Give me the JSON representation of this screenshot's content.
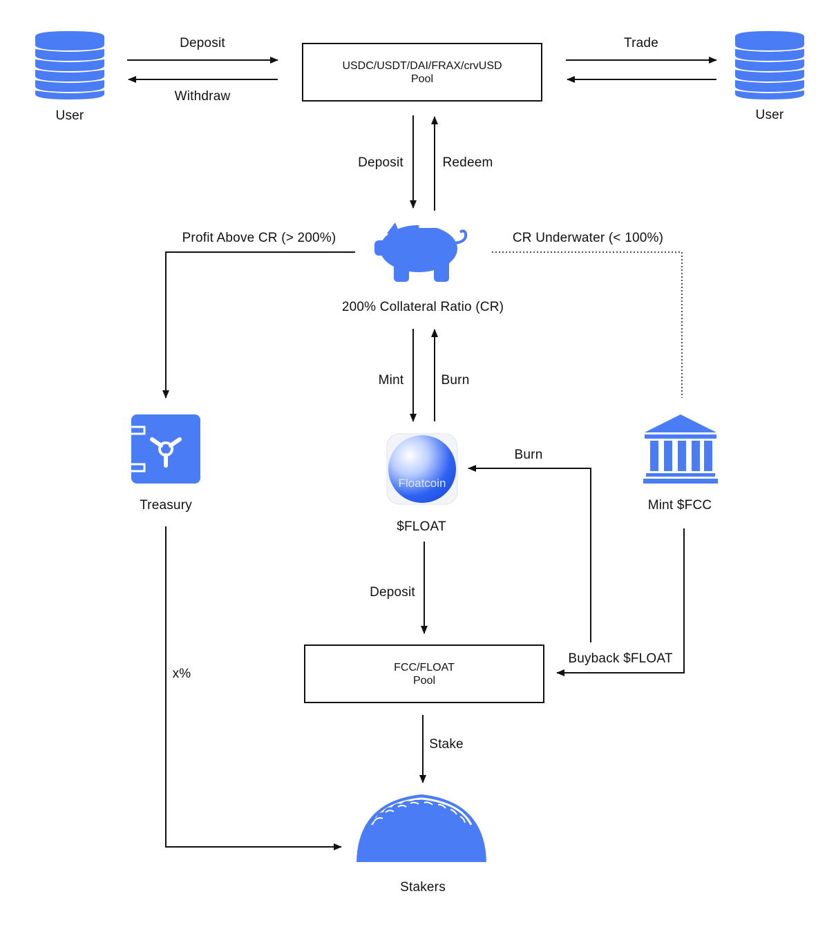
{
  "colors": {
    "accent": "#4a7cf6",
    "line": "#111111"
  },
  "nodes": {
    "user_left": "User",
    "user_right": "User",
    "stable_pool": {
      "line1": "USDC/USDT/DAI/FRAX/crvUSD",
      "line2": "Pool"
    },
    "collateral": "200% Collateral Ratio (CR)",
    "treasury": "Treasury",
    "float": "$FLOAT",
    "float_logo_text": "Floatcoin",
    "mint_fcc": "Mint $FCC",
    "fcc_pool": {
      "line1": "FCC/FLOAT",
      "line2": "Pool"
    },
    "stakers": "Stakers"
  },
  "edges": {
    "deposit_top": "Deposit",
    "withdraw": "Withdraw",
    "trade": "Trade",
    "deposit_mid": "Deposit",
    "redeem": "Redeem",
    "profit": "Profit Above CR (> 200%)",
    "underwater": "CR Underwater (< 100%)",
    "mint": "Mint",
    "burn_mid": "Burn",
    "burn_right": "Burn",
    "deposit_low": "Deposit",
    "buyback": "Buyback $FLOAT",
    "x_pct": "x%",
    "stake": "Stake"
  },
  "icons": [
    "database-icon",
    "piggy-bank-icon",
    "vault-icon",
    "floatcoin-logo-icon",
    "bank-building-icon",
    "taco-icon"
  ]
}
